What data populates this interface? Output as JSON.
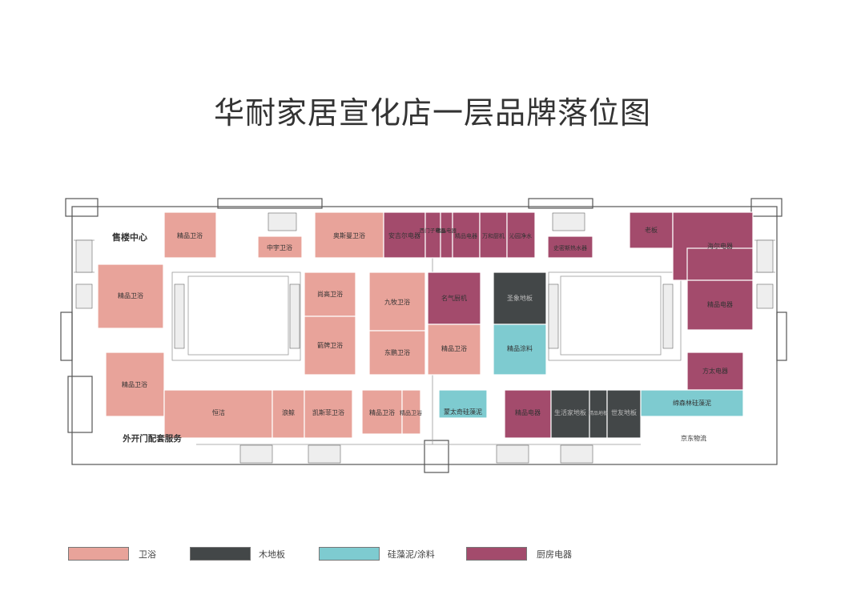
{
  "title": "华耐家居宣化店一层品牌落位图",
  "colors": {
    "bath": "#e8a39a",
    "wood": "#434748",
    "coat": "#7ecbd0",
    "kitchen": "#a34b6c"
  },
  "legend": [
    {
      "label": "卫浴",
      "color": "#e8a39a"
    },
    {
      "label": "木地板",
      "color": "#434748"
    },
    {
      "label": "硅藻泥/涂料",
      "color": "#7ecbd0"
    },
    {
      "label": "厨房电器",
      "color": "#a34b6c"
    }
  ],
  "rooms": {
    "lobby": "售楼中心",
    "r1": "精品卫浴",
    "r2": "中宇卫浴",
    "r3": "奥斯曼卫浴",
    "r4": "安吉尔电器",
    "r5": "西门子电器",
    "r6": "精品电器",
    "r7": "精品电器",
    "r8": "万和厨机",
    "r9": "沁园净水",
    "r10": "史密斯热水器",
    "r11": "老板",
    "r12": "海尔电器",
    "r13": "精品卫浴",
    "r14": "尚高卫浴",
    "r15": "九牧卫浴",
    "r16": "名气厨机",
    "r17": "圣象地板",
    "r18": "箭牌卫浴",
    "r19": "东鹏卫浴",
    "r20": "精品卫浴",
    "r21": "精品涂料",
    "r22": "精品电器",
    "r23": "精品卫浴",
    "r24": "恒洁",
    "r25": "浪鲸",
    "r26": "凯斯菲卫浴",
    "r27": "精品卫浴",
    "r28": "精品卫浴",
    "r29": "蒙太奇硅藻泥",
    "r30": "精品电器",
    "r31": "生活家地板",
    "r32": "精品地板",
    "r33": "世友地板",
    "r34": "方太电器",
    "r35": "缔森林硅藻泥",
    "r36": "京东物流",
    "outside": "外开门配套服务"
  }
}
